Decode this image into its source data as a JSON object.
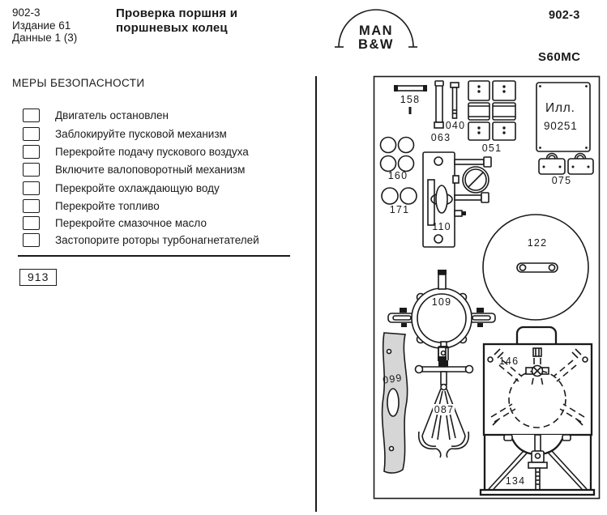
{
  "header": {
    "doc_ref": "902-3",
    "edition": "Издание 61",
    "data_sheet": "Данные 1 (3)",
    "title_line1": "Проверка поршня и",
    "title_line2": "поршневых колец",
    "doc_ref_right": "902-3",
    "engine_model": "S60MC",
    "logo_line1": "MAN",
    "logo_line2": "B&W"
  },
  "safety": {
    "heading": "МЕРЫ БЕЗОПАСНОСТИ",
    "items": [
      "Двигатель остановлен",
      "Заблокируйте пусковой механизм",
      "Перекройте подачу пускового воздуха",
      "Включите валоповоротный механизм",
      "Перекройте охлаждающую воду",
      "Перекройте топливо",
      "Перекройте смазочное масло",
      "Застопорите роторы турбонагнетателей"
    ],
    "ref_box": "913"
  },
  "illustration": {
    "figure_label_line1": "Илл.",
    "figure_label_line2": "90251",
    "parts": {
      "p158": "158",
      "p063": "063",
      "p040": "040",
      "p051": "051",
      "p160": "160",
      "p171": "171",
      "p110": "110",
      "p075": "075",
      "p122": "122",
      "p109": "109",
      "p099": "099",
      "p087": "087",
      "p146": "146",
      "p134": "134"
    }
  },
  "colors": {
    "ink": "#1a1a1a",
    "paper": "#ffffff"
  }
}
